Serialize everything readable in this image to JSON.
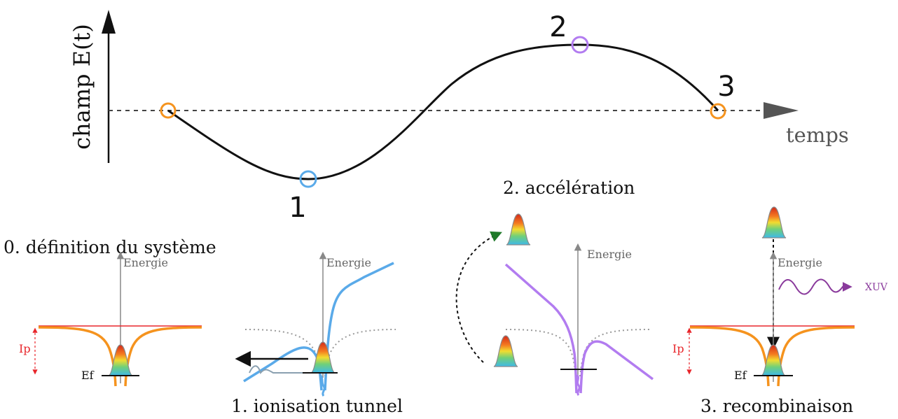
{
  "top": {
    "y_axis_label": "champ E(t)",
    "x_axis_label": "temps",
    "markers": {
      "m1": "1",
      "m2": "2",
      "m3": "3"
    }
  },
  "panels": {
    "p0": {
      "title": "0. définition du système",
      "axis_label": "Energie",
      "ip_label": "Ip",
      "ef_label": "Ef"
    },
    "p1": {
      "title": "1. ionisation tunnel",
      "axis_label": "Energie"
    },
    "p2": {
      "title": "2. accélération",
      "axis_label": "Energie"
    },
    "p3": {
      "title": "3. recombinaison",
      "axis_label": "Energie",
      "ip_label": "Ip",
      "ef_label": "Ef",
      "emission_label": "XUV"
    }
  },
  "colors": {
    "field_curve": "#111111",
    "orange": "#f5931e",
    "blue": "#5aaae9",
    "violet": "#b27cf0",
    "red": "#e8262b",
    "purple": "#8a3a9c",
    "green": "#1f7a2a",
    "gray": "#888888"
  }
}
